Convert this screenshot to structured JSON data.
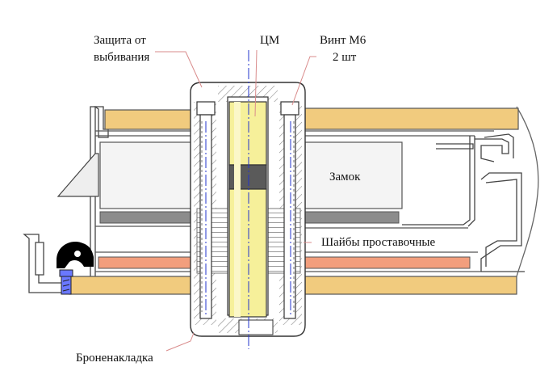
{
  "labels": {
    "protection_line1": "Защита от",
    "protection_line2": "выбивания",
    "cylinder": "ЦМ",
    "screw_line1": "Винт М6",
    "screw_line2": "2 шт",
    "lock": "Замок",
    "washers": "Шайбы проставочные",
    "armor_plate": "Броненакладка"
  },
  "colors": {
    "panel_fill": "#f1cb7e",
    "lock_body": "#f4f4f4",
    "seal_strip": "#f29e7d",
    "cylinder_fill": "#f6f09a",
    "cylinder_cam": "#5a5a5a",
    "armor_fill": "#ffffff",
    "hatch": "#9a9a9a",
    "axis_line": "#2233cc",
    "leader_line": "#d98b8b",
    "gasket": "#000000",
    "screw_blue": "#6a78ff"
  }
}
